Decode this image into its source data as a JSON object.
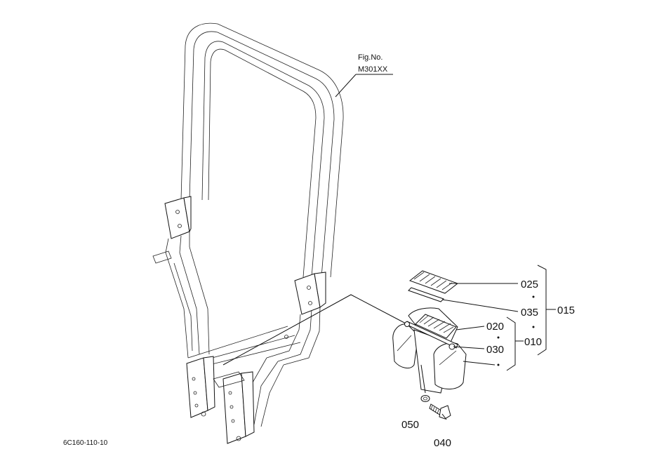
{
  "figure": {
    "fig_label": "Fig.No.",
    "fig_number": "M301XX",
    "drawing_code": "6C160-110-10"
  },
  "callouts": {
    "c025": "025",
    "c035": "035",
    "c015": "015",
    "c020": "020",
    "c030": "030",
    "c010": "010",
    "c050": "050",
    "c040": "040"
  }
}
